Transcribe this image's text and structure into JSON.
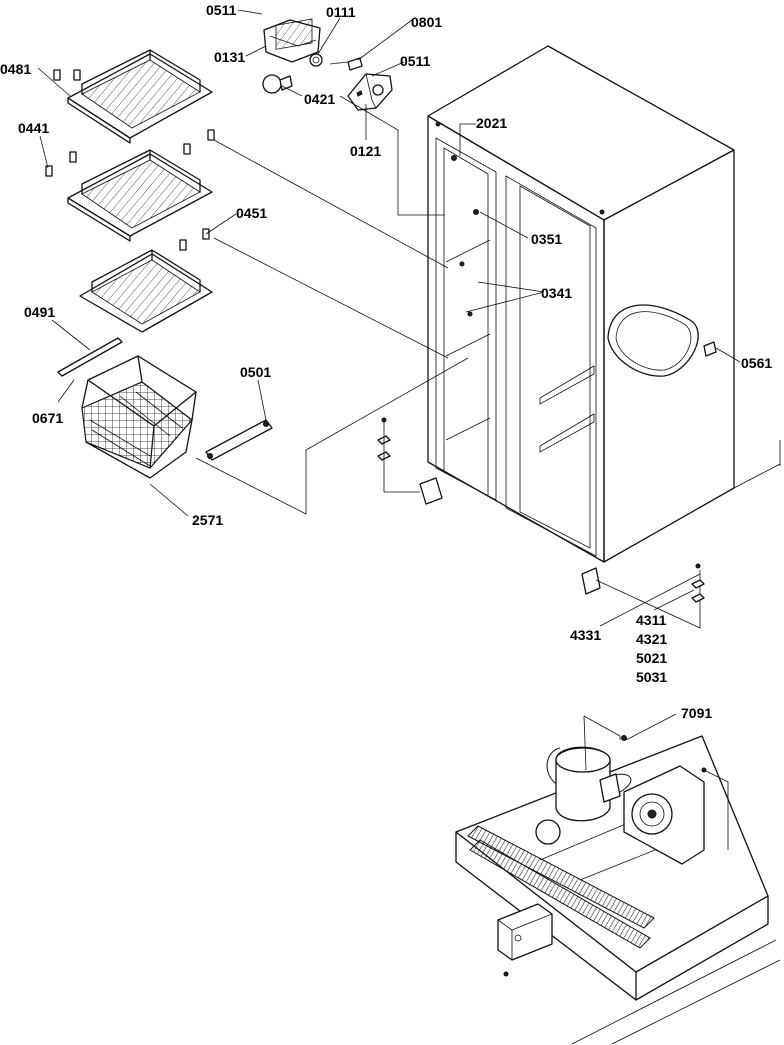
{
  "part_labels": {
    "p0511_top": "0511",
    "p0111": "0111",
    "p0801": "0801",
    "p0131": "0131",
    "p0511_right": "0511",
    "p0481": "0481",
    "p0421": "0421",
    "p0121": "0121",
    "p2021": "2021",
    "p0441": "0441",
    "p0451": "0451",
    "p0351": "0351",
    "p0341": "0341",
    "p0491": "0491",
    "p0561": "0561",
    "p0501": "0501",
    "p0671": "0671",
    "p2571": "2571",
    "p4331": "4331",
    "p4311": "4311",
    "p4321": "4321",
    "p5021": "5021",
    "p5031": "5031",
    "p7091": "7091"
  }
}
